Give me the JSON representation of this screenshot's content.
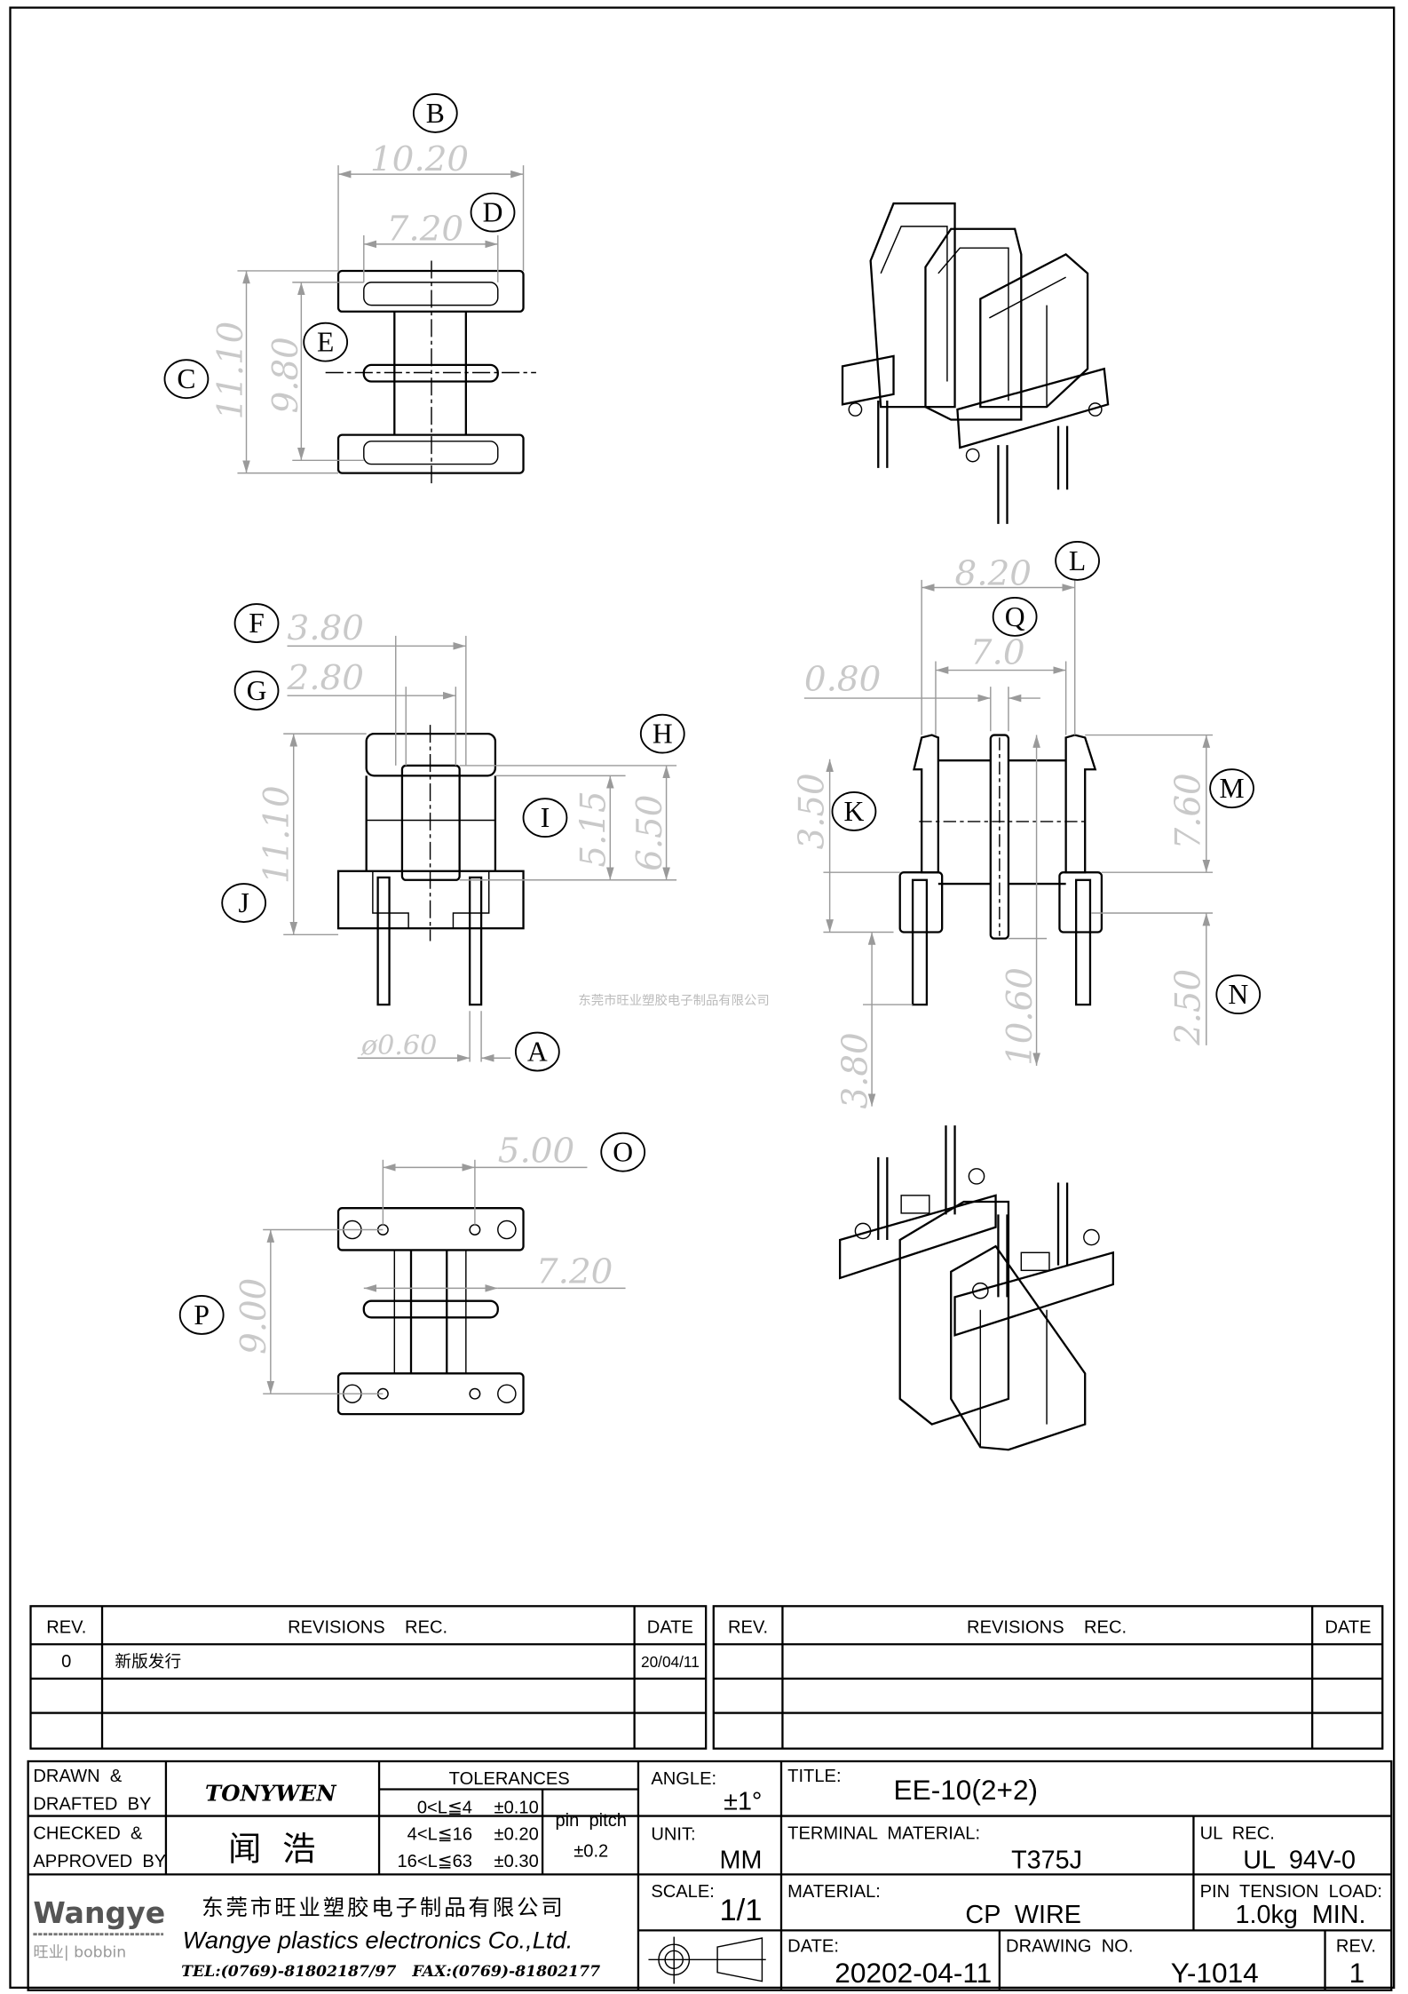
{
  "watermark": "东莞市旺业塑胶电子制品有限公司",
  "callouts": {
    "A": "A",
    "B": "B",
    "C": "C",
    "D": "D",
    "E": "E",
    "F": "F",
    "G": "G",
    "H": "H",
    "I": "I",
    "J": "J",
    "K": "K",
    "L": "L",
    "M": "M",
    "N": "N",
    "O": "O",
    "P": "P",
    "Q": "Q"
  },
  "dimensions": {
    "B": "10.20",
    "D": "7.20",
    "C": "11.10",
    "E": "9.80",
    "F": "3.80",
    "G": "2.80",
    "J": "11.10",
    "I": "5.15",
    "H": "6.50",
    "A": "ø0.60",
    "L": "8.20",
    "Q": "7.0",
    "gap": "0.80",
    "K": "3.50",
    "M": "7.60",
    "height": "10.60",
    "N": "2.50",
    "pin": "3.80",
    "O": "5.00",
    "P": "9.00",
    "bottom_width": "7.20"
  },
  "revisions_left": {
    "headers": [
      "REV.",
      "REVISIONS    REC.",
      "DATE"
    ],
    "rows": [
      [
        "0",
        "新版发行",
        "20/04/11"
      ],
      [
        "",
        "",
        ""
      ],
      [
        "",
        "",
        ""
      ]
    ]
  },
  "revisions_right": {
    "headers": [
      "REV.",
      "REVISIONS    REC.",
      "DATE"
    ]
  },
  "title_block": {
    "drawn_label": [
      "DRAWN  &",
      "DRAFTED  BY"
    ],
    "drawn_by": "TONYWEN",
    "checked_label": [
      "CHECKED  &",
      "APPROVED  BY"
    ],
    "checked_by": "闻  浩",
    "tolerances_title": "TOLERANCES",
    "tolerances": [
      [
        "0<L≦4",
        "±0.10"
      ],
      [
        "4<L≦16",
        "±0.20"
      ],
      [
        "16<L≦63",
        "±0.30"
      ]
    ],
    "pin_pitch_label": "pin  pitch",
    "pin_pitch": "±0.2",
    "angle_label": "ANGLE:",
    "angle": "±1°",
    "unit_label": "UNIT:",
    "unit": "MM",
    "scale_label": "SCALE:",
    "scale": "1/1",
    "title_label": "TITLE:",
    "title": "EE-10(2+2)",
    "terminal_label": "TERMINAL  MATERIAL:",
    "terminal": "T375J",
    "ul_label": "UL  REC.",
    "ul": "UL  94V-0",
    "material_label": "MATERIAL:",
    "material": "CP  WIRE",
    "tension_label": "PIN  TENSION  LOAD:",
    "tension": "1.0kg  MIN.",
    "date_label": "DATE:",
    "date": "20202-04-11",
    "drawing_label": "DRAWING  NO.",
    "drawing_no": "Y-1014",
    "rev_label": "REV.",
    "rev": "1"
  },
  "company": {
    "logo": "Wangye",
    "logo_sub": "旺业| bobbin",
    "name_cn": "东莞市旺业塑胶电子制品有限公司",
    "name_en": "Wangye plastics electronics Co.,Ltd.",
    "contact": "TEL:(0769)-81802187/97   FAX:(0769)-81802177"
  }
}
